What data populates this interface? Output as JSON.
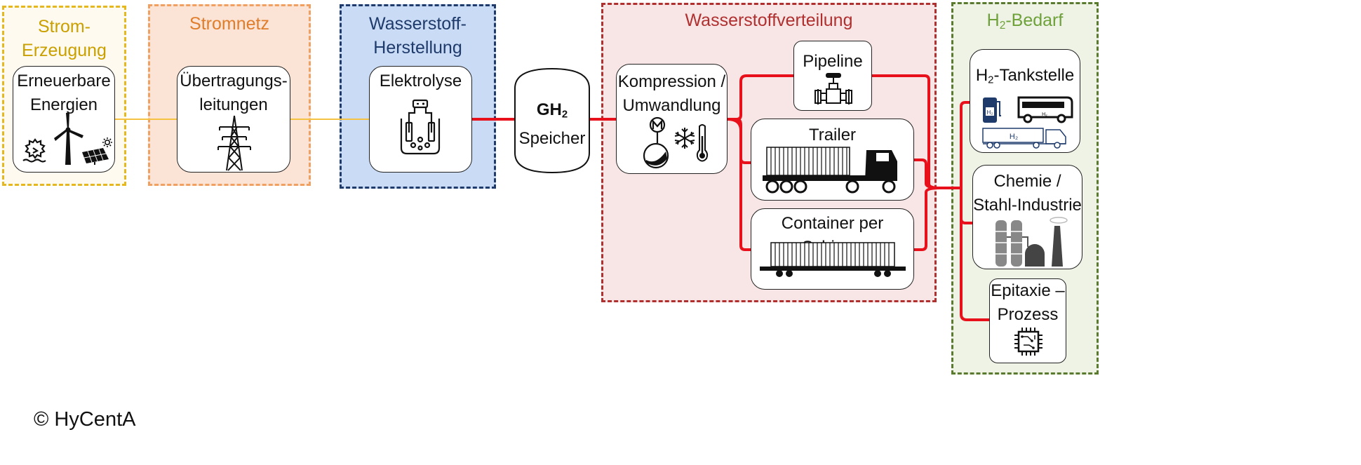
{
  "groups": {
    "strom_erzeugung": {
      "title_line1": "Strom-",
      "title_line2": "Erzeugung",
      "color": "#c9a000",
      "fill": "#fffaf0"
    },
    "stromnetz": {
      "title": "Stromnetz",
      "color": "#f0a060",
      "fill": "#fbe3d6"
    },
    "wasserstoff_herstellung": {
      "title_line1": "Wasserstoff-",
      "title_line2": "Herstellung",
      "color": "#1f3b6b",
      "fill": "#c9dbf5"
    },
    "wasserstoffverteilung": {
      "title": "Wasserstoffverteilung",
      "color": "#b03030",
      "fill": "#f8e6e6"
    },
    "h2_bedarf": {
      "title_prefix": "H",
      "title_sub": "2",
      "title_suffix": "-Bedarf",
      "color": "#5a7a30",
      "fill": "#eef3e6",
      "text_color": "#6fa13a"
    }
  },
  "nodes": {
    "erneuerbare": {
      "line1": "Erneuerbare",
      "line2": "Energien",
      "icons": [
        "hydro-icon",
        "wind-turbine-icon",
        "solar-panel-icon"
      ]
    },
    "uebertragung": {
      "line1": "Übertragungs-",
      "line2": "leitungen",
      "icons": [
        "power-pylon-icon"
      ]
    },
    "elektrolyse": {
      "line1": "Elektrolyse",
      "icons": [
        "electrolyzer-icon"
      ]
    },
    "speicher": {
      "line1_prefix": "GH",
      "line1_sub": "2",
      "line2": "Speicher"
    },
    "kompression": {
      "line1": "Kompression /",
      "line2": "Umwandlung",
      "icons": [
        "motor-compressor-icon",
        "snowflake-icon",
        "thermometer-icon"
      ]
    },
    "pipeline": {
      "line1": "Pipeline",
      "icons": [
        "pipeline-valve-icon"
      ]
    },
    "trailer": {
      "line1": "Trailer",
      "icons": [
        "truck-trailer-icon"
      ]
    },
    "container": {
      "line1": "Container per Schiene",
      "icons": [
        "rail-container-icon"
      ]
    },
    "tankstelle": {
      "line1_prefix": "H",
      "line1_sub": "2",
      "line1_suffix": "-Tankstelle",
      "icons": [
        "fuel-pump-icon",
        "bus-icon",
        "h2-truck-icon"
      ],
      "mini_h2": "H₂"
    },
    "chemie": {
      "line1": "Chemie /",
      "line2": "Stahl-Industrie",
      "icons": [
        "industry-plant-icon"
      ]
    },
    "epitaxie": {
      "line1": "Epitaxie –",
      "line2": "Prozess",
      "icons": [
        "chip-icon"
      ]
    }
  },
  "connections": {
    "electricity_color": "#f5c242",
    "hydrogen_color": "#e8101a"
  },
  "copyright": "© HyCentA"
}
